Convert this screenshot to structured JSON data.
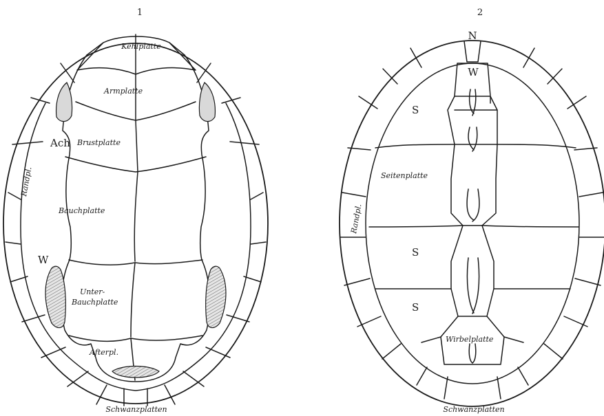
{
  "figures": [
    {
      "number": "1",
      "labels": {
        "kehlplatte": "Kehlplatte",
        "armplatte": "Armplatte",
        "ach": "Ach",
        "brustplatte": "Brustplatte",
        "randpl": "Randpl.",
        "bauchplatte": "Bauchplatte",
        "w": "W",
        "unter_line1": "Unter-",
        "unter_line2": "Bauchplatte",
        "afterpl": "Afterpl.",
        "schwanzplatten": "Schwanzplatten"
      }
    },
    {
      "number": "2",
      "labels": {
        "n": "N",
        "w": "W",
        "s_top": "S",
        "seitenplatte": "Seitenplatte",
        "randpl": "Randpl.",
        "s_mid": "S",
        "s_low": "S",
        "wirbelplatte": "Wirbelplatte",
        "schwanzplatten": "Schwanzplatten"
      }
    }
  ]
}
